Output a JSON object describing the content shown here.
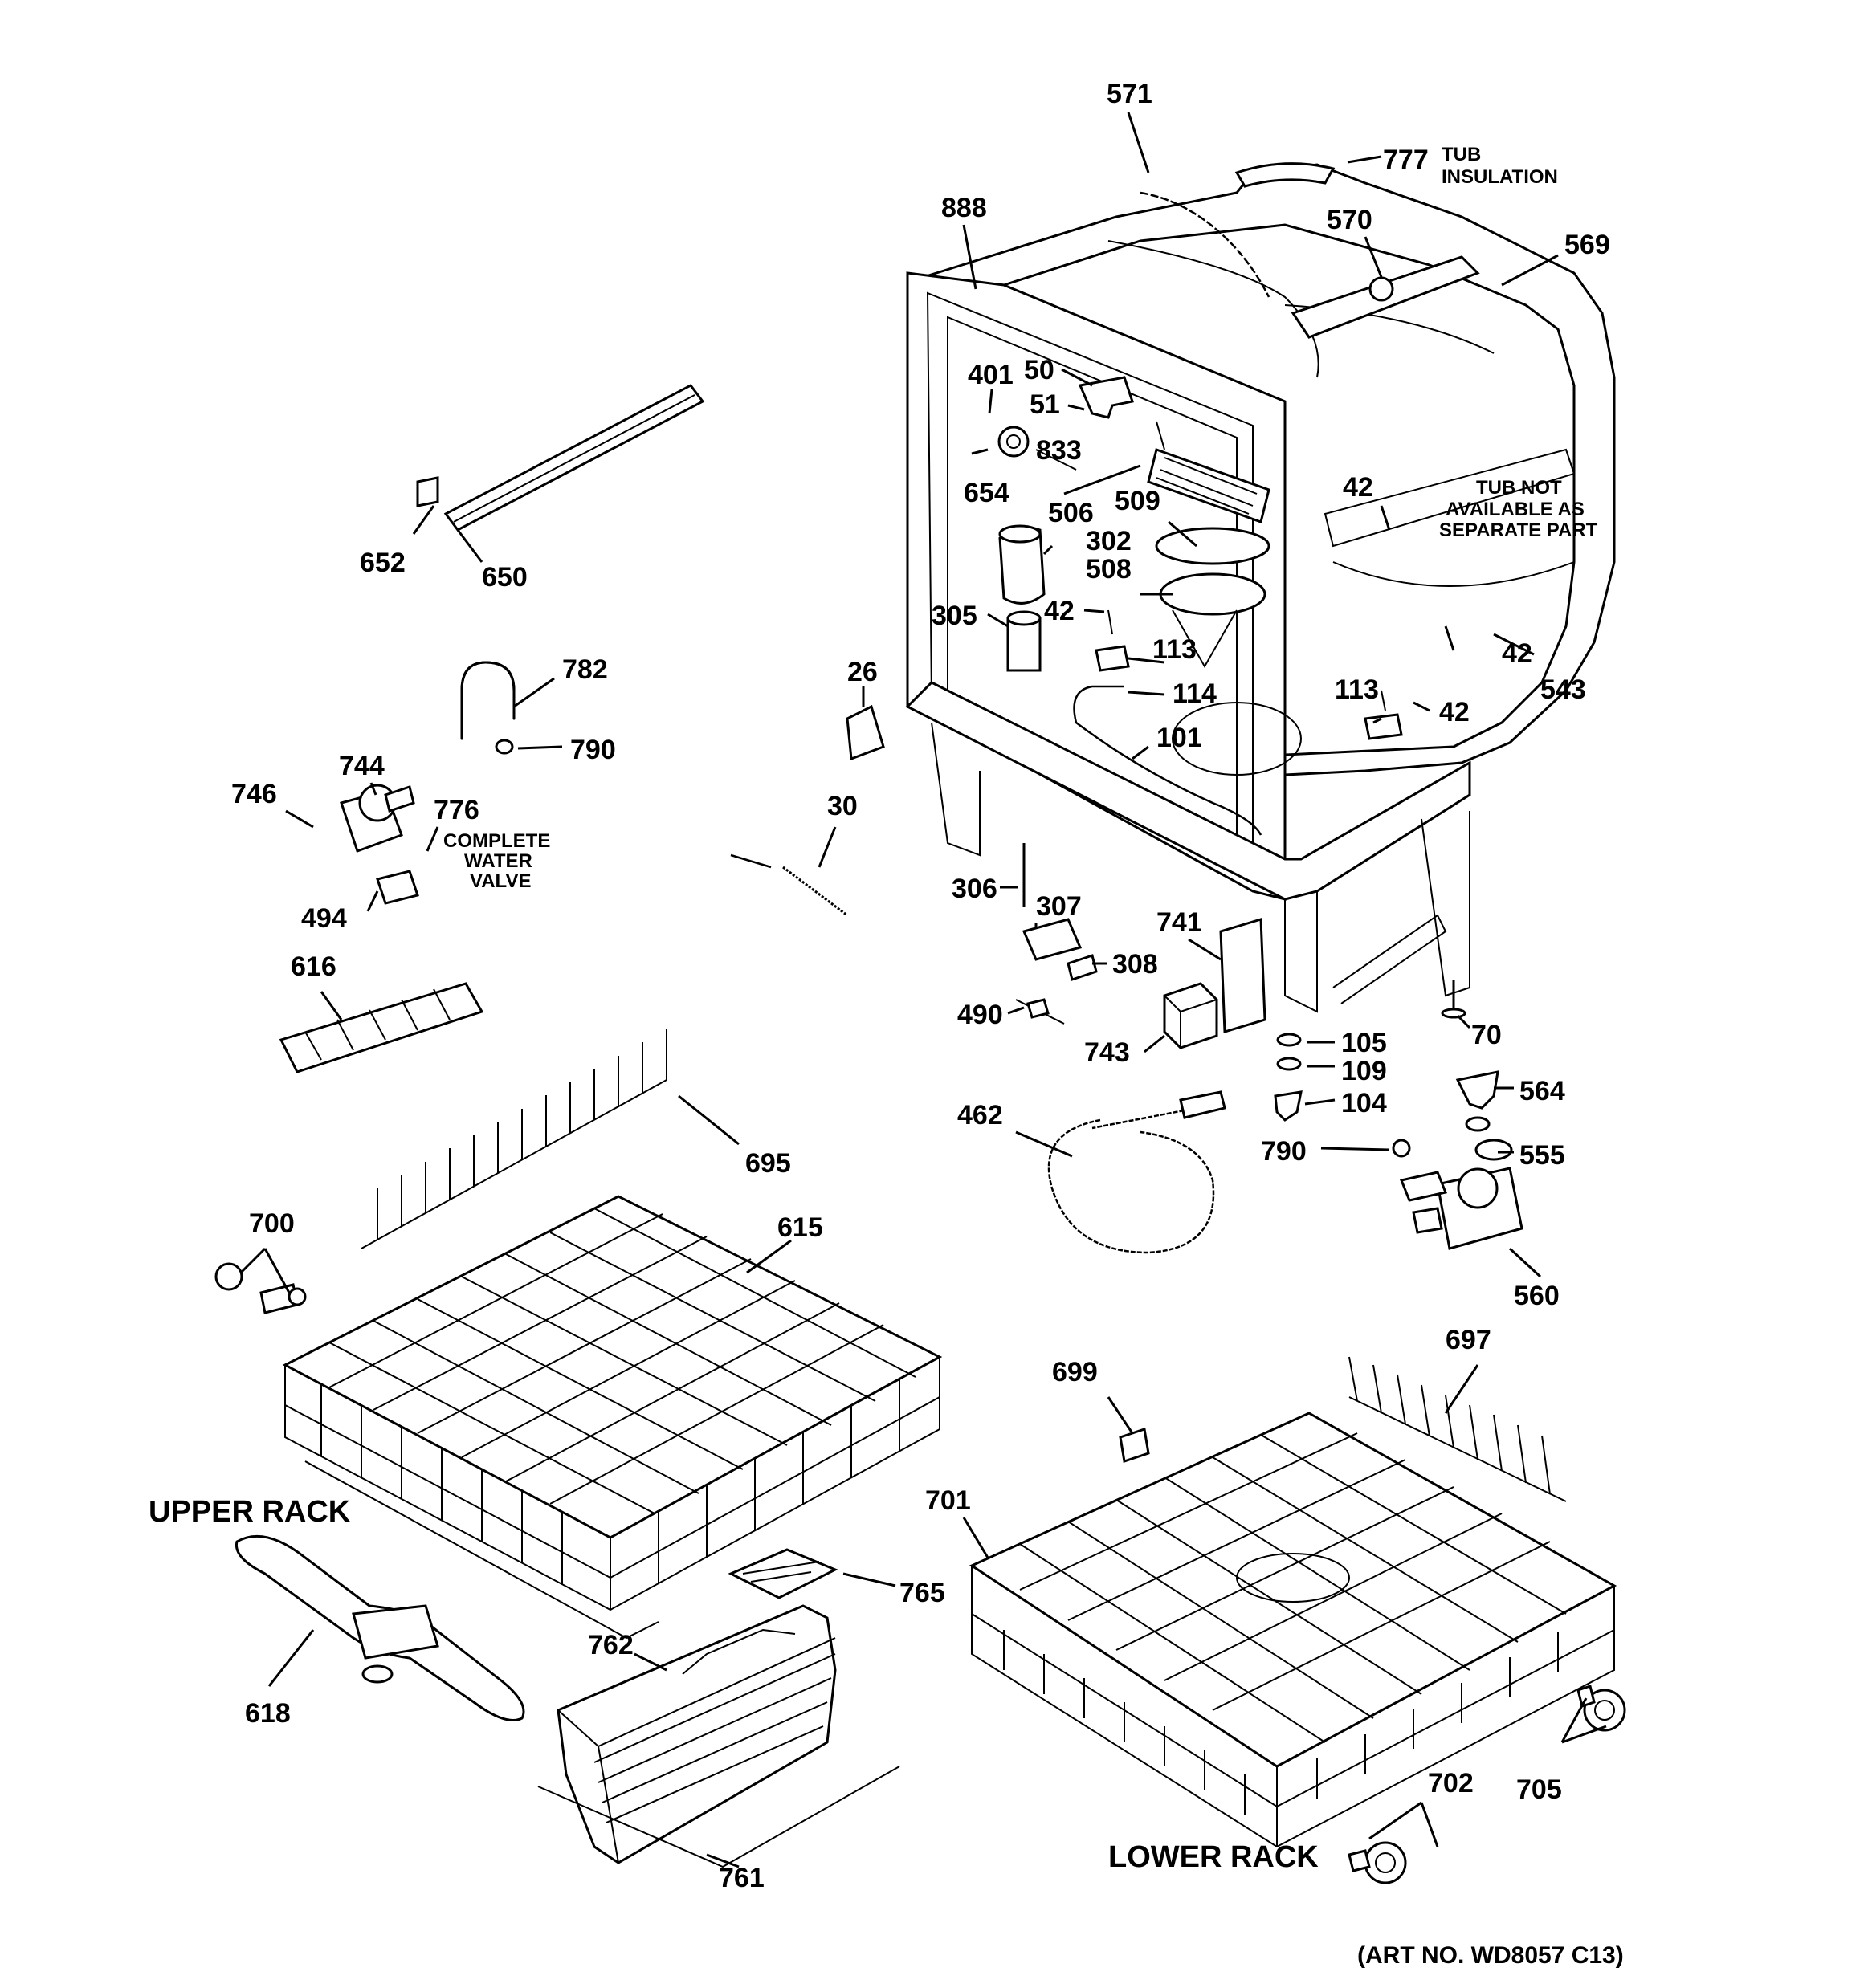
{
  "labels": {
    "l571": "571",
    "l777": "777",
    "l888": "888",
    "l570": "570",
    "l569": "569",
    "l401": "401",
    "l50": "50",
    "l51": "51",
    "l833": "833",
    "l654": "654",
    "l506": "506",
    "l509": "509",
    "l302": "302",
    "l508": "508",
    "l305": "305",
    "l42a": "42",
    "l42b": "42",
    "l42c": "42",
    "l42d": "42",
    "l113a": "113",
    "l114": "114",
    "l101": "101",
    "l113b": "113",
    "l543": "543",
    "l26": "26",
    "l30": "30",
    "l652": "652",
    "l650": "650",
    "l782": "782",
    "l790a": "790",
    "l744": "744",
    "l746": "746",
    "l776": "776",
    "l494": "494",
    "l616": "616",
    "l306": "306",
    "l307": "307",
    "l741": "741",
    "l308": "308",
    "l490": "490",
    "l743": "743",
    "l70": "70",
    "l105": "105",
    "l109": "109",
    "l104": "104",
    "l564": "564",
    "l555": "555",
    "l790b": "790",
    "l462": "462",
    "l560": "560",
    "l695": "695",
    "l700": "700",
    "l615": "615",
    "l699": "699",
    "l697": "697",
    "l701": "701",
    "l765": "765",
    "l762": "762",
    "l618": "618",
    "l702": "702",
    "l705": "705",
    "l761": "761"
  },
  "notes": {
    "tub_insulation_1": "TUB",
    "tub_insulation_2": "INSULATION",
    "tub_not_1": "TUB NOT",
    "tub_not_2": "AVAILABLE AS",
    "tub_not_3": "SEPARATE PART",
    "valve_1": "COMPLETE",
    "valve_2": "WATER",
    "valve_3": "VALVE"
  },
  "titles": {
    "upper_rack": "UPPER RACK",
    "lower_rack": "LOWER RACK",
    "art_no": "(ART NO. WD8057 C13)"
  }
}
